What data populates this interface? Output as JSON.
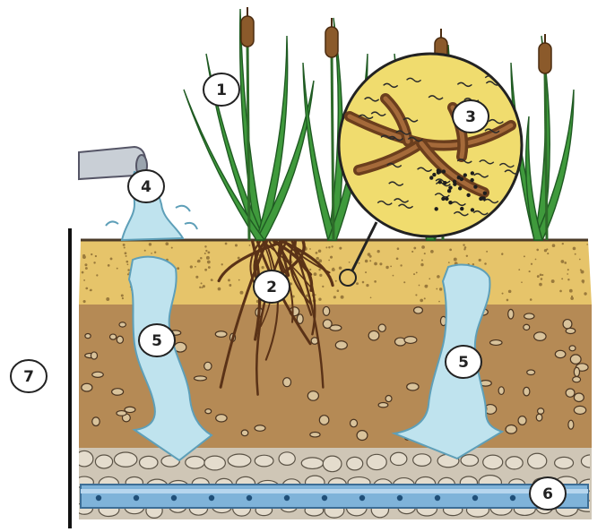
{
  "diagram": {
    "callouts": [
      {
        "id": "reed-plants",
        "label": "1"
      },
      {
        "id": "root-zone",
        "label": "2"
      },
      {
        "id": "microorganisms-magnified",
        "label": "3"
      },
      {
        "id": "wastewater-inflow",
        "label": "4"
      },
      {
        "id": "water-percolation",
        "label": "5"
      },
      {
        "id": "drainage-pipe",
        "label": "6"
      },
      {
        "id": "filter-bed-depth",
        "label": "7"
      }
    ],
    "colors": {
      "topsoil": "#e6c46a",
      "subsoil": "#b58a55",
      "gravel": "#cfc6b6",
      "water": "#bfe3ee",
      "pipe": "#7fb3d9",
      "reed_leaf": "#3f9a3c",
      "reed_head": "#8b5a2b",
      "root": "#5a3217",
      "magnifier": "#f0dc6e"
    }
  }
}
